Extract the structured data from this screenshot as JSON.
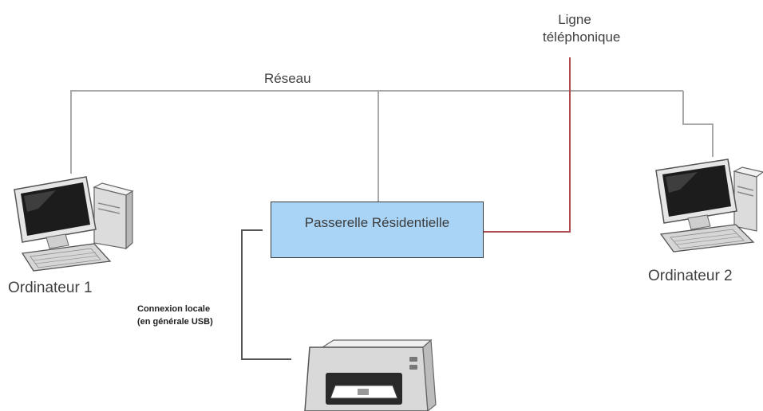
{
  "labels": {
    "phone_line": [
      "Ligne",
      "téléphonique"
    ],
    "network": "Réseau",
    "computer_1": "Ordinateur 1",
    "computer_2": "Ordinateur 2",
    "gateway": "Passerelle Résidentielle",
    "local_connection": [
      "Connexion locale",
      "(en générale USB)"
    ]
  },
  "colors": {
    "network_line": "#a8a8a8",
    "phone_line": "#b04a50",
    "local_line": "#555555",
    "gateway_fill": "#a9d4f6"
  },
  "icons": [
    "desktop-computer-icon",
    "desktop-computer-icon",
    "printer-icon"
  ]
}
